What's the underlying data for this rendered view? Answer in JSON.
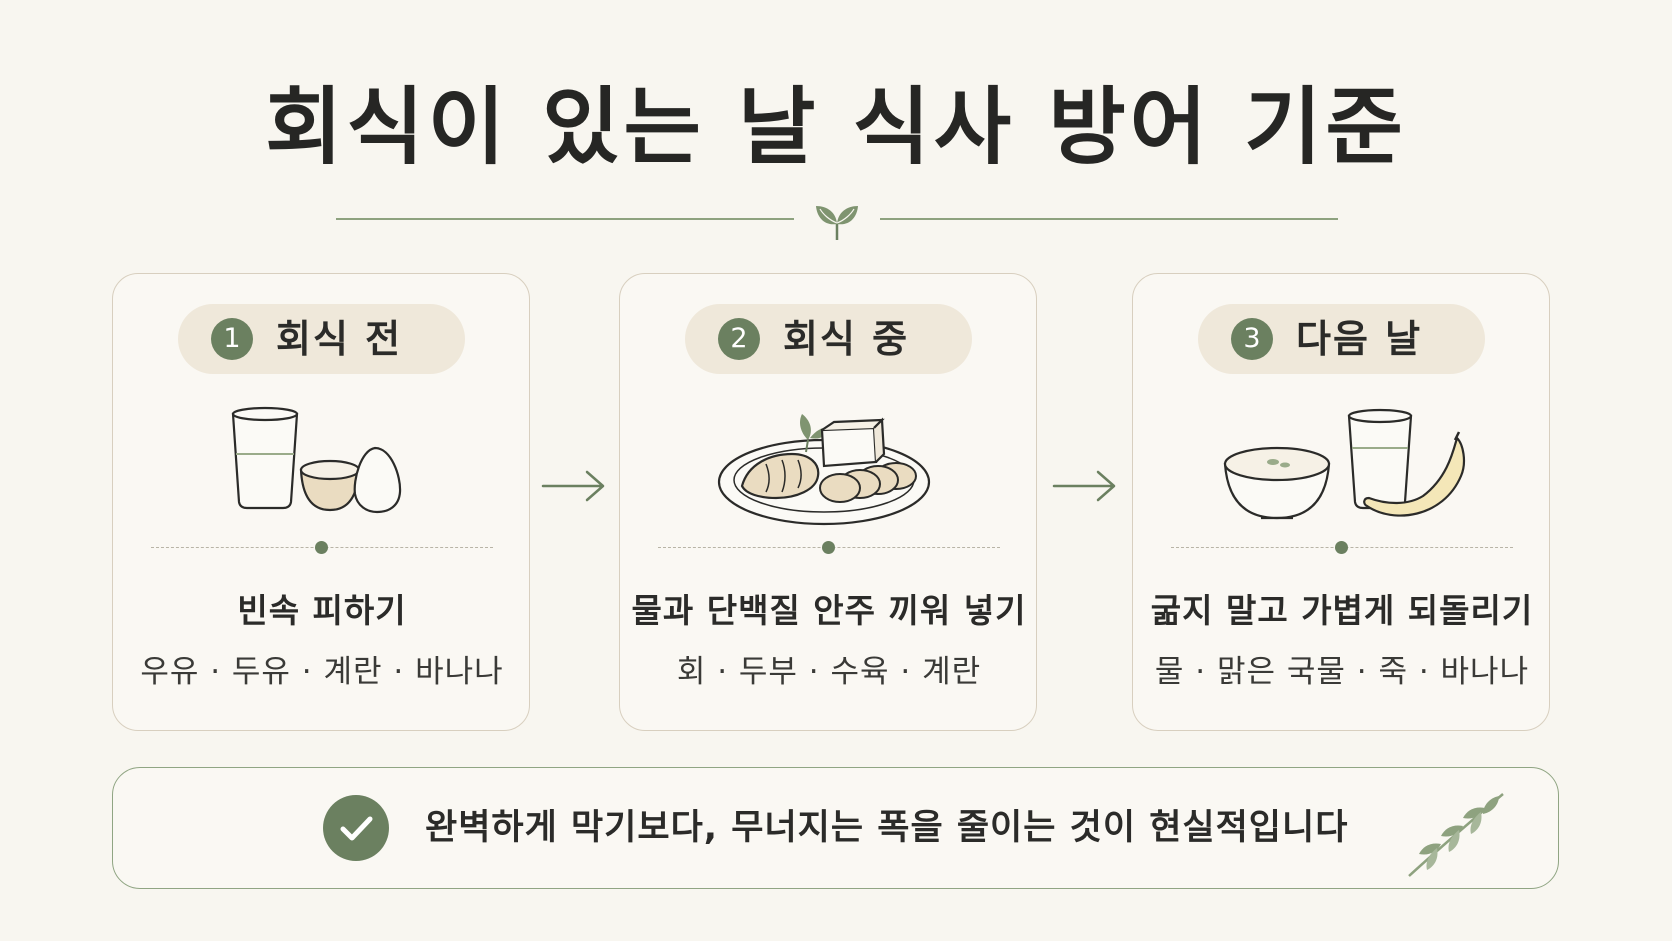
{
  "title": "회식이 있는 날 식사 방어 기준",
  "cards": [
    {
      "number": "1",
      "label": "회식 전",
      "title": "빈속 피하기",
      "items": "우유 · 두유 · 계란 · 바나나",
      "illustration_icons": [
        "milk-glass-icon",
        "bowl-icon",
        "egg-icon"
      ]
    },
    {
      "number": "2",
      "label": "회식 중",
      "title": "물과 단백질 안주 끼워 넣기",
      "items": "회 · 두부 · 수육 · 계란",
      "illustration_icons": [
        "plate-icon",
        "fish-icon",
        "tofu-icon",
        "sliced-meat-icon",
        "leaf-icon"
      ]
    },
    {
      "number": "3",
      "label": "다음 날",
      "title": "굶지 말고 가볍게 되돌리기",
      "items": "물 · 맑은 국물 · 죽 · 바나나",
      "illustration_icons": [
        "soup-bowl-icon",
        "water-glass-icon",
        "banana-icon"
      ]
    }
  ],
  "footer": {
    "text": "완벽하게 막기보다, 무너지는 폭을 줄이는 것이 현실적입니다",
    "icons": [
      "check-icon",
      "branch-icon"
    ]
  },
  "colors": {
    "background": "#f8f6f0",
    "accent_green": "#6b8060",
    "pill_bg": "#efe8da",
    "card_border": "#d8cfbf",
    "footer_border": "#90a583"
  }
}
